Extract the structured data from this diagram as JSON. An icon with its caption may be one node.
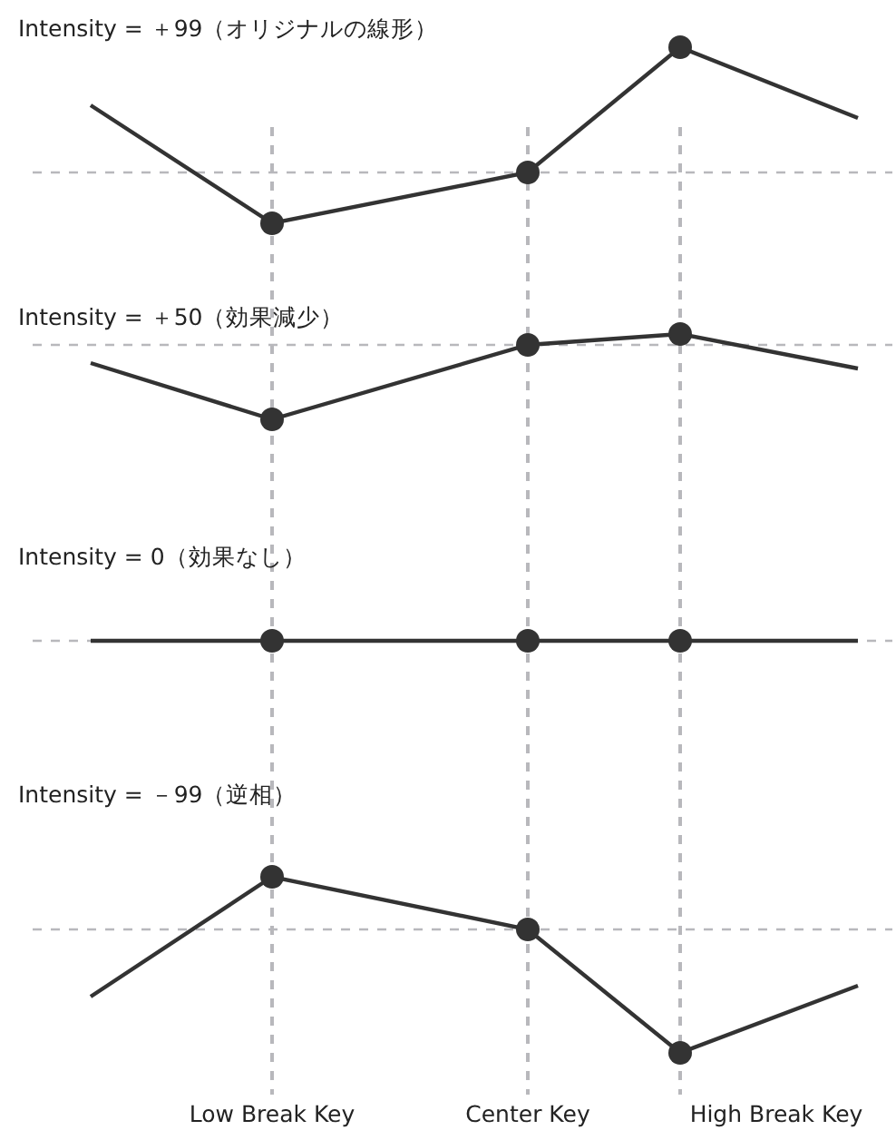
{
  "diagram": {
    "labels": [
      "Intensity = ＋99（オリジナルの線形）",
      "Intensity = ＋50（効果減少）",
      "Intensity = 0（効果なし）",
      "Intensity = －99（逆相）",
      "Low Break Key",
      "Center Key",
      "High Break Key"
    ]
  }
}
